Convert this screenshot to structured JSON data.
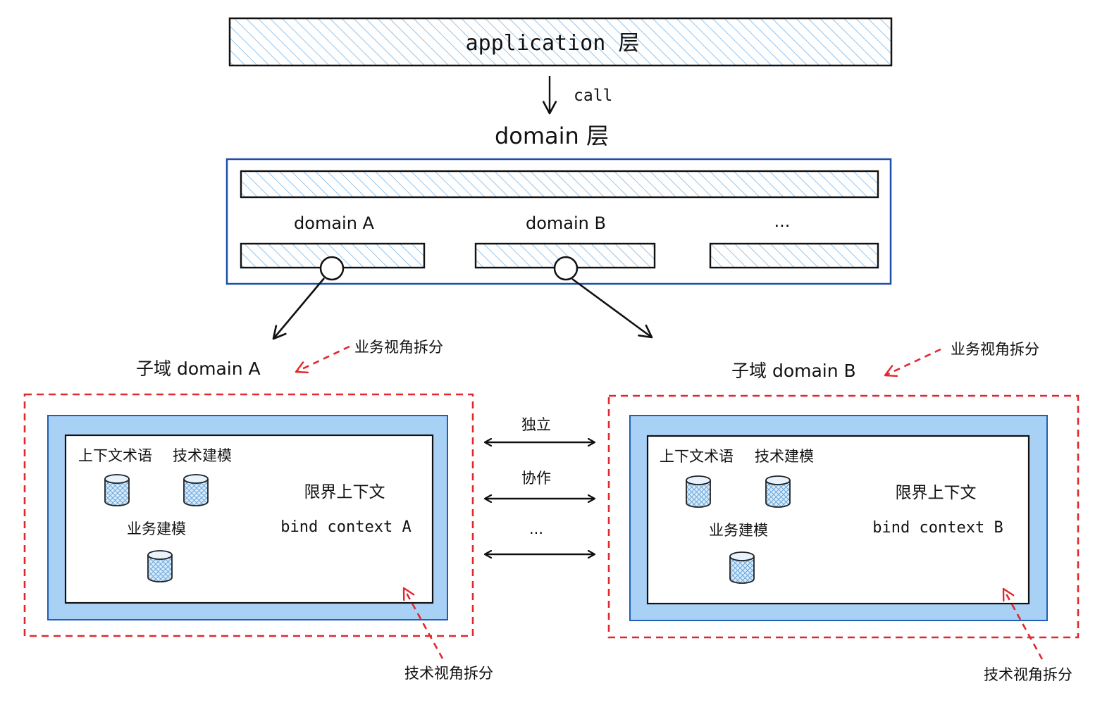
{
  "application_layer": {
    "label": "application 层"
  },
  "call_label": "call",
  "domain_layer": {
    "title": "domain 层",
    "domain_a": "domain A",
    "domain_b": "domain B",
    "more": "..."
  },
  "subdomain_a": {
    "title": "子域 domain A",
    "annotation_business": "业务视角拆分",
    "annotation_tech": "技术视角拆分",
    "context_term": "上下文术语",
    "tech_model": "技术建模",
    "biz_model": "业务建模",
    "bounded_context": "限界上下文",
    "bind_context": "bind context A"
  },
  "subdomain_b": {
    "title": "子域 domain B",
    "annotation_business": "业务视角拆分",
    "annotation_tech": "技术视角拆分",
    "context_term": "上下文术语",
    "tech_model": "技术建模",
    "biz_model": "业务建模",
    "bounded_context": "限界上下文",
    "bind_context": "bind context B"
  },
  "relations": {
    "independent": "独立",
    "collaborate": "协作",
    "more": "..."
  },
  "colors": {
    "hatch": "#79b5e8",
    "domain_border": "#1f4fa8",
    "context_fill": "#a9d0f5",
    "context_border": "#1f5fb8",
    "annotation_red": "#e0282e",
    "ink": "#111111"
  }
}
